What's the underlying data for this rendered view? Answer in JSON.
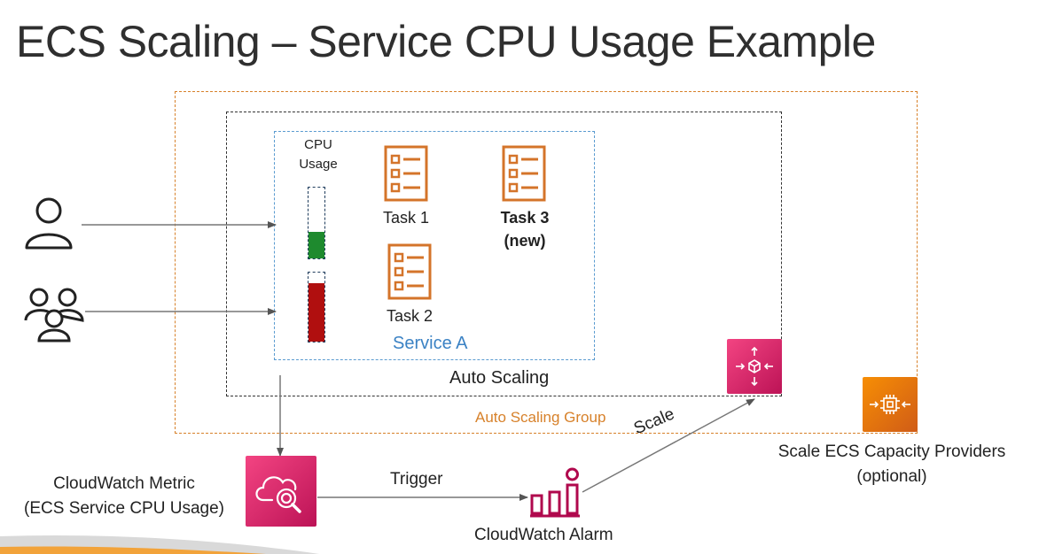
{
  "title": "ECS Scaling – Service CPU Usage Example",
  "containers": {
    "auto_scaling_group": "Auto Scaling Group",
    "auto_scaling": "Auto Scaling",
    "service": "Service A"
  },
  "cpu": {
    "label": "CPU Usage",
    "meters": [
      {
        "level": 0.38,
        "color": "#1e8a2e"
      },
      {
        "level": 0.85,
        "color": "#b00f0f"
      }
    ]
  },
  "tasks": [
    {
      "label": "Task 1",
      "bold": false
    },
    {
      "label": "Task 2",
      "bold": false
    },
    {
      "label": "Task 3 (new)",
      "bold": true
    }
  ],
  "cloudwatch_metric": {
    "line1": "CloudWatch Metric",
    "line2": "(ECS Service CPU Usage)"
  },
  "cloudwatch_alarm": "CloudWatch Alarm",
  "edges": {
    "trigger": "Trigger",
    "scale": "Scale"
  },
  "capacity": {
    "line1": "Scale ECS Capacity Providers",
    "line2": "(optional)"
  },
  "colors": {
    "orange_task": "#d4742a",
    "asg_border": "#d7812a",
    "service_border": "#5a9bd0",
    "pink": "#e7157b",
    "alarm": "#b0084d",
    "orange_icon": "#ed7100"
  },
  "icons": [
    "user-icon",
    "users-icon",
    "task-icon",
    "cloudwatch-icon",
    "alarm-icon",
    "auto-scaling-icon",
    "capacity-provider-icon"
  ]
}
